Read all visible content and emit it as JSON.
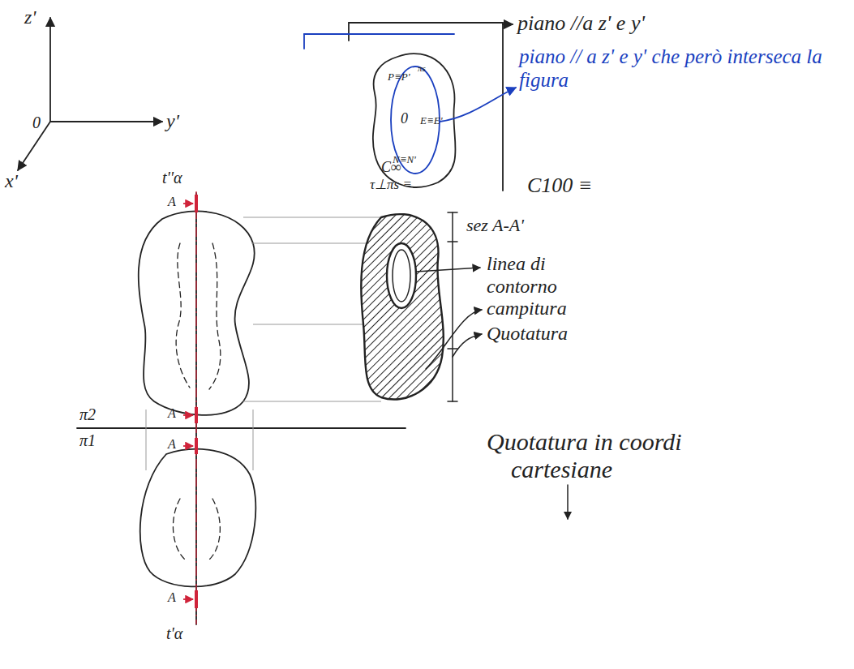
{
  "diagram": {
    "labels": [
      "z'",
      "0",
      "y'",
      "x'",
      "piano //a z' e y'",
      "P≡P'",
      "πs",
      "0",
      "E≡E'",
      "N≡N'",
      "piano // a z' e y' che però interseca la figura",
      "t''α",
      "A",
      "π2",
      "A",
      "π1",
      "A",
      "A",
      "t'α",
      "C∞",
      "τ⊥πs ≡",
      "C100 ≡",
      "sez A-A'",
      "linea di contorno",
      "campitura",
      "Quotatura",
      "Quotatura in coordi",
      "cartesiane"
    ]
  }
}
